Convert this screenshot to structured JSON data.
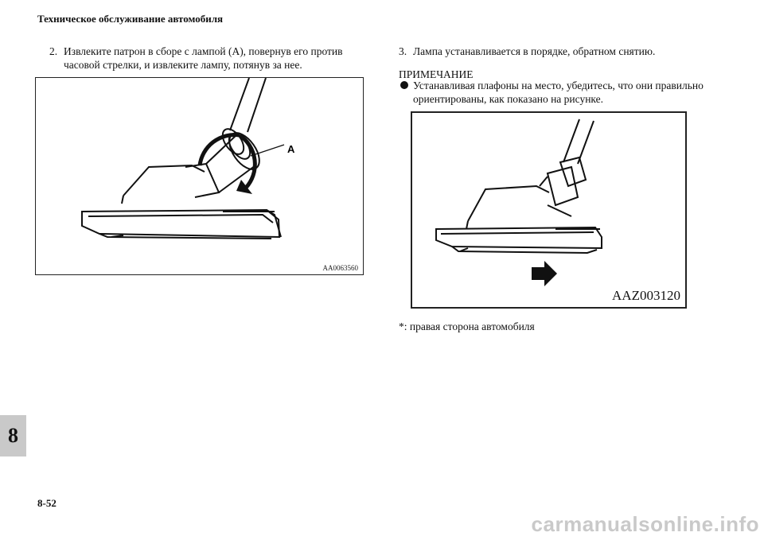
{
  "header": {
    "title": "Техническое обслуживание автомобиля"
  },
  "left": {
    "step_num": "2.",
    "step_line1": "Извлеките патрон в сборе с лампой (A), повернув его против",
    "step_line2": "часовой стрелки, и извлеките лампу, потянув за нее.",
    "figure": {
      "label_a": "A",
      "code": "AA0063560"
    }
  },
  "right": {
    "step_num": "3.",
    "step_text": "Лампа устанавливается в порядке, обратном снятию.",
    "note_title": "ПРИМЕЧАНИЕ",
    "bullet_line1": "Устанавливая плафоны на место, убедитесь, что они правильно",
    "bullet_line2": "ориентированы, как показано на рисунке.",
    "figure": {
      "code": "AAZ003120"
    },
    "footnote": "*:  правая сторона автомобиля"
  },
  "side_tab": {
    "label": "8"
  },
  "page_number": "8-52",
  "watermark": "carmanualsonline.info"
}
